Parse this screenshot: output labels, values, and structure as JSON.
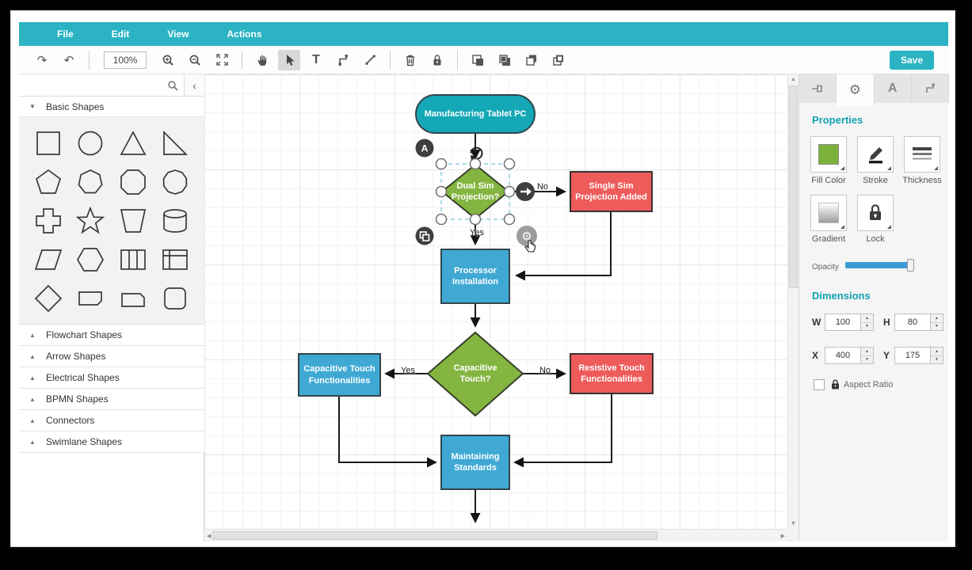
{
  "menu": {
    "items": [
      {
        "label": "File"
      },
      {
        "label": "Edit"
      },
      {
        "label": "View"
      },
      {
        "label": "Actions"
      }
    ]
  },
  "toolbar": {
    "zoom_value": "100%",
    "save_label": "Save"
  },
  "sidebar": {
    "search_value": "",
    "sections": [
      {
        "label": "Basic Shapes",
        "expanded": true
      },
      {
        "label": "Flowchart Shapes",
        "expanded": false
      },
      {
        "label": "Arrow Shapes",
        "expanded": false
      },
      {
        "label": "Electrical Shapes",
        "expanded": false
      },
      {
        "label": "BPMN Shapes",
        "expanded": false
      },
      {
        "label": "Connectors",
        "expanded": false
      },
      {
        "label": "Swimlane Shapes",
        "expanded": false
      }
    ],
    "shape_names": [
      "square",
      "circle",
      "triangle",
      "right-triangle",
      "pentagon",
      "heptagon",
      "octagon",
      "decagon",
      "plus",
      "star",
      "trapezoid",
      "cylinder",
      "parallelogram",
      "hexagon",
      "partition-rect",
      "table-rect",
      "diamond",
      "chamfer-rect",
      "chamfer-rect-2",
      "rounded-square"
    ]
  },
  "canvas": {
    "nodes": [
      {
        "id": "start",
        "label": "Manufacturing Tablet PC",
        "type": "terminator",
        "color": "#14a7b5"
      },
      {
        "id": "decision1",
        "label": "Dual Sim Projection?",
        "type": "decision",
        "color": "#84b541",
        "selected": true
      },
      {
        "id": "single-sim",
        "label": "Single Sim Projection Added",
        "type": "process",
        "color": "#ee5b5b"
      },
      {
        "id": "processor",
        "label": "Processor Installation",
        "type": "process",
        "color": "#3fa9d4"
      },
      {
        "id": "decision2",
        "label": "Capacitive Touch?",
        "type": "decision",
        "color": "#84b541"
      },
      {
        "id": "capacitive",
        "label": "Capacitive Touch Functionalities",
        "type": "process",
        "color": "#3fa9d4"
      },
      {
        "id": "resistive",
        "label": "Resistive Touch Functionalities",
        "type": "process",
        "color": "#ee5b5b"
      },
      {
        "id": "maintain",
        "label": "Maintaining Standards",
        "type": "process",
        "color": "#3fa9d4"
      }
    ],
    "connector_labels": [
      {
        "text": "No"
      },
      {
        "text": "Yes"
      },
      {
        "text": "Yes"
      },
      {
        "text": "No"
      }
    ],
    "selection_badge_a": "A",
    "gear_glyph": "⚙"
  },
  "properties_panel": {
    "heading": "Properties",
    "buttons": [
      {
        "label": "Fill Color"
      },
      {
        "label": "Stroke"
      },
      {
        "label": "Thickness"
      },
      {
        "label": "Gradient"
      },
      {
        "label": "Lock"
      }
    ],
    "opacity_label": "Opacity",
    "dimensions_heading": "Dimensions",
    "fields": [
      {
        "label": "W",
        "value": "100"
      },
      {
        "label": "H",
        "value": "80"
      },
      {
        "label": "X",
        "value": "400"
      },
      {
        "label": "Y",
        "value": "175"
      }
    ],
    "aspect_ratio_label": "Aspect Ratio"
  },
  "colors": {
    "accent_teal": "#2bb3c3",
    "heading_teal": "#12a0b2",
    "fill_swatch_green": "#7cb23c",
    "slider_blue": "#3d9bd4",
    "node_teal": "#14a7b5",
    "node_green": "#84b541",
    "node_blue": "#3fa9d4",
    "node_red": "#ee5b5b"
  }
}
